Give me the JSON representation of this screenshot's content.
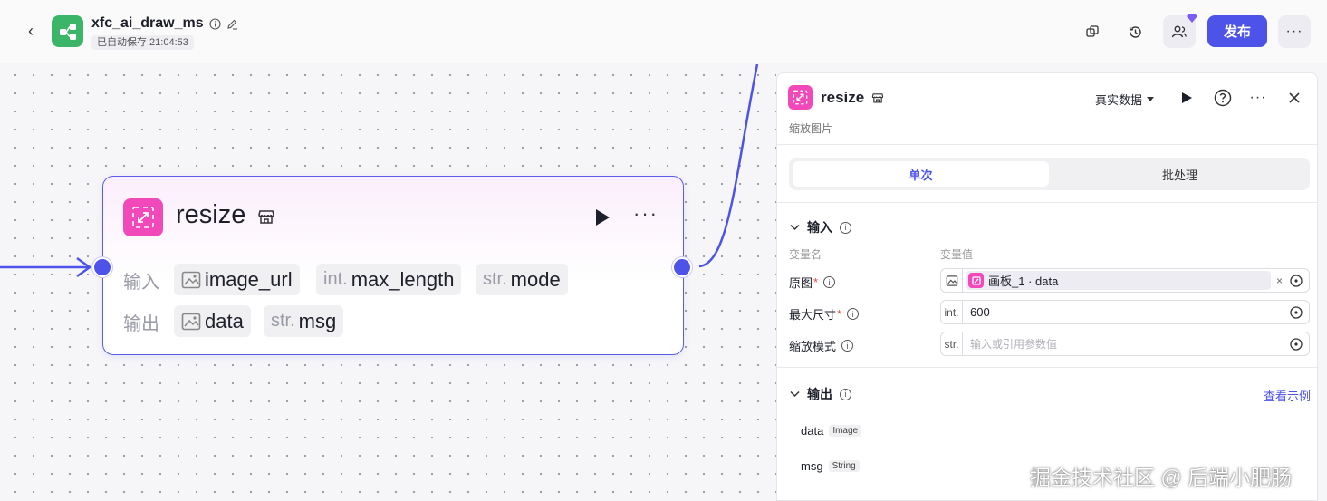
{
  "header": {
    "title": "xfc_ai_draw_ms",
    "autosave": "已自动保存 21:04:53",
    "publish_label": "发布"
  },
  "node": {
    "title": "resize",
    "input_label": "输入",
    "output_label": "输出",
    "inputs": [
      {
        "prefix": "",
        "name": "image_url",
        "icon": "image-icon"
      },
      {
        "prefix": "int.",
        "name": "max_length"
      },
      {
        "prefix": "str.",
        "name": "mode"
      }
    ],
    "outputs": [
      {
        "prefix": "",
        "name": "data",
        "icon": "image-icon"
      },
      {
        "prefix": "str.",
        "name": "msg"
      }
    ]
  },
  "panel": {
    "title": "resize",
    "description": "缩放图片",
    "data_mode": "真实数据",
    "tabs": [
      "单次",
      "批处理"
    ],
    "input_section": "输入",
    "col_name": "变量名",
    "col_value": "变量值",
    "fields": [
      {
        "label": "原图",
        "required": "*",
        "prefix": "",
        "ref": "画板_1 · data"
      },
      {
        "label": "最大尺寸",
        "required": "*",
        "prefix": "int.",
        "value": "600"
      },
      {
        "label": "缩放模式",
        "required": "",
        "prefix": "str.",
        "placeholder": "输入或引用参数值"
      }
    ],
    "output_section": "输出",
    "example_link": "查看示例",
    "outputs": [
      {
        "name": "data",
        "type": "Image"
      },
      {
        "name": "msg",
        "type": "String"
      }
    ]
  },
  "watermark": "掘金技术社区 @ 后端小肥肠",
  "colors": {
    "accent": "#4d53e8",
    "node_icon": "#f149ba",
    "app_icon": "#3bb567"
  }
}
